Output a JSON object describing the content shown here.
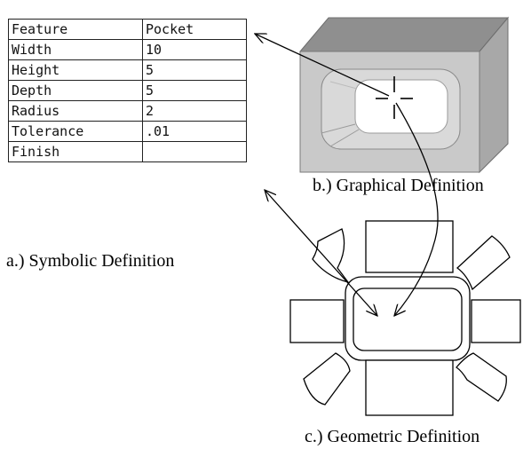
{
  "symbolic_table": {
    "rows": [
      {
        "name": "Feature",
        "value": "Pocket"
      },
      {
        "name": "Width",
        "value": "10"
      },
      {
        "name": "Height",
        "value": "5"
      },
      {
        "name": "Depth",
        "value": "5"
      },
      {
        "name": "Radius",
        "value": "2"
      },
      {
        "name": "Tolerance",
        "value": ".01"
      },
      {
        "name": "Finish",
        "value": ""
      }
    ]
  },
  "captions": {
    "symbolic": "a.) Symbolic Definition",
    "graphical": "b.) Graphical Definition",
    "geometric": "c.) Geometric Definition"
  },
  "colors": {
    "block_top": "#8f8f8f",
    "block_front": "#c9c9c9",
    "block_side": "#a8a8a8",
    "pocket_face": "#ffffff",
    "line": "#000000"
  }
}
